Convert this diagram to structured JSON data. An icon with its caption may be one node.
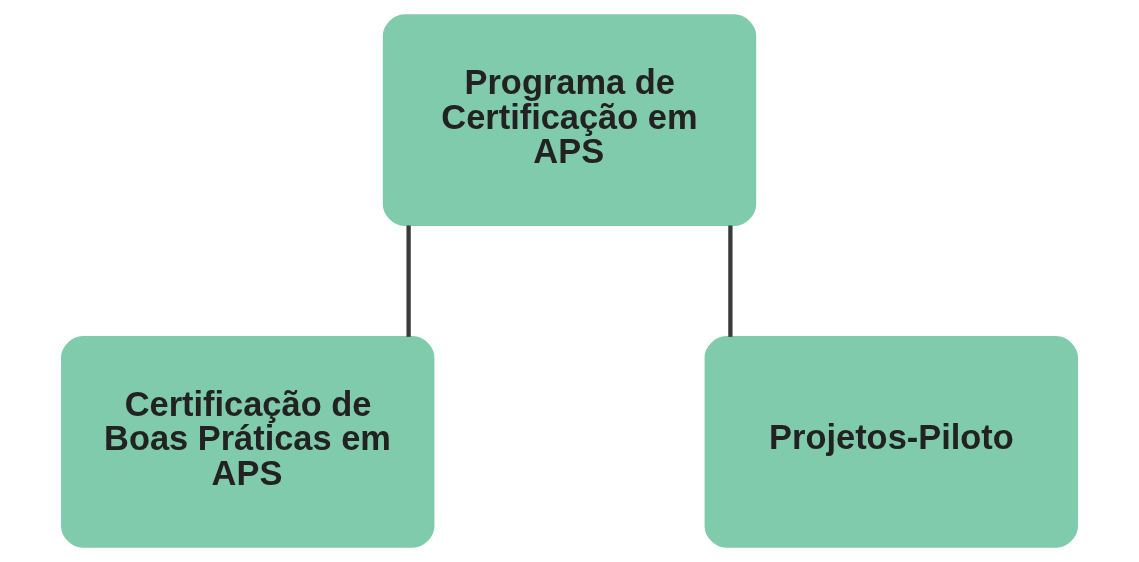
{
  "diagram": {
    "nodes": [
      {
        "text": [
          "Programa de Certificação em APS"
        ]
      },
      {
        "text": [
          "Certificação de Boas Práticas em APS"
        ]
      },
      {
        "text": [
          "Projetos-Piloto"
        ]
      }
    ],
    "edges": [
      {
        "from": 0,
        "to": 1,
        "arrow": "none"
      },
      {
        "from": 0,
        "to": 2,
        "arrow": "none"
      }
    ]
  }
}
